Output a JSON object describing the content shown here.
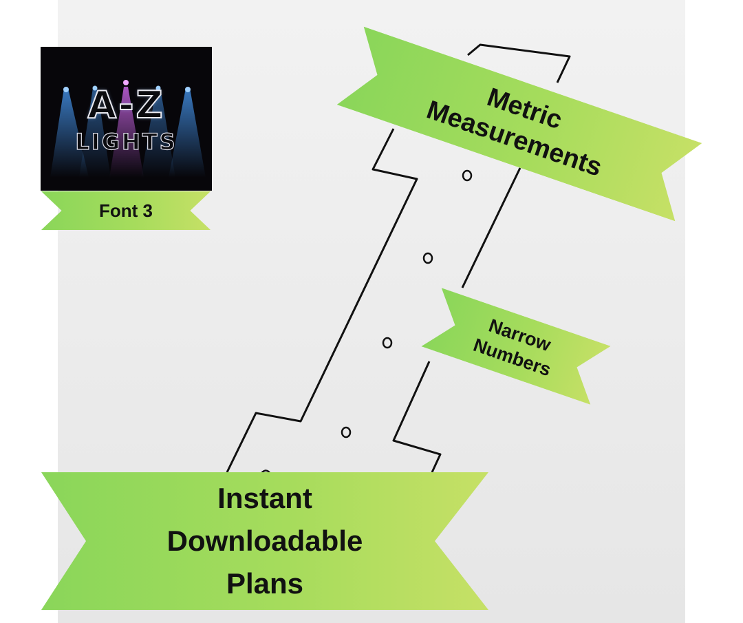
{
  "logo": {
    "title": "A-Z",
    "subtitle": "LIGHTS",
    "colors": {
      "background": "#07060a",
      "beam": "#4aa0ff",
      "beam_pink": "#e070ff"
    }
  },
  "badges": {
    "font": "Font 3",
    "metric": [
      "Metric",
      "Measurements"
    ],
    "narrow": [
      "Narrow",
      "Numbers"
    ],
    "instant": [
      "Instant",
      "Downloadable",
      "Plans"
    ]
  },
  "colors": {
    "ribbon_start": "#8ad65a",
    "ribbon_end": "#c6e066",
    "panel": "#ececec",
    "outline": "#111111"
  },
  "icons": [
    "spotlight-icon",
    "number-one-outline-icon"
  ]
}
